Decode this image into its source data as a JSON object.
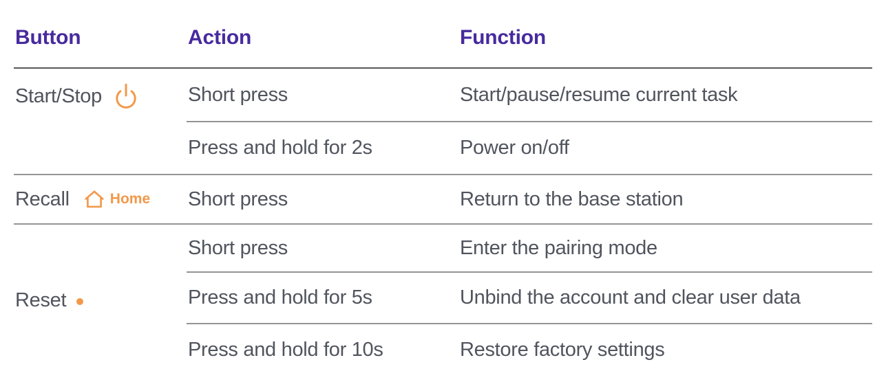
{
  "colors": {
    "header_text": "#472A9E",
    "body_text": "#50545D",
    "accent_orange": "#F2994A",
    "divider": "#949494",
    "header_divider": "#575757"
  },
  "table": {
    "headers": [
      "Button",
      "Action",
      "Function"
    ],
    "groups": [
      {
        "button": "Start/Stop",
        "icon": "power-icon",
        "rows": [
          {
            "action": "Short press",
            "function": "Start/pause/resume current task"
          },
          {
            "action": "Press and hold for 2s",
            "function": "Power on/off"
          }
        ]
      },
      {
        "button": "Recall",
        "icon": "home-icon",
        "icon_label": "Home",
        "rows": [
          {
            "action": "Short press",
            "function": "Return to the base station"
          }
        ]
      },
      {
        "button": "Reset",
        "icon": "dot-icon",
        "rows": [
          {
            "action": "Short press",
            "function": "Enter the pairing mode"
          },
          {
            "action": "Press and hold for 5s",
            "function": "Unbind the account and clear user data"
          },
          {
            "action": "Press and hold for 10s",
            "function": "Restore factory settings"
          }
        ]
      }
    ]
  }
}
